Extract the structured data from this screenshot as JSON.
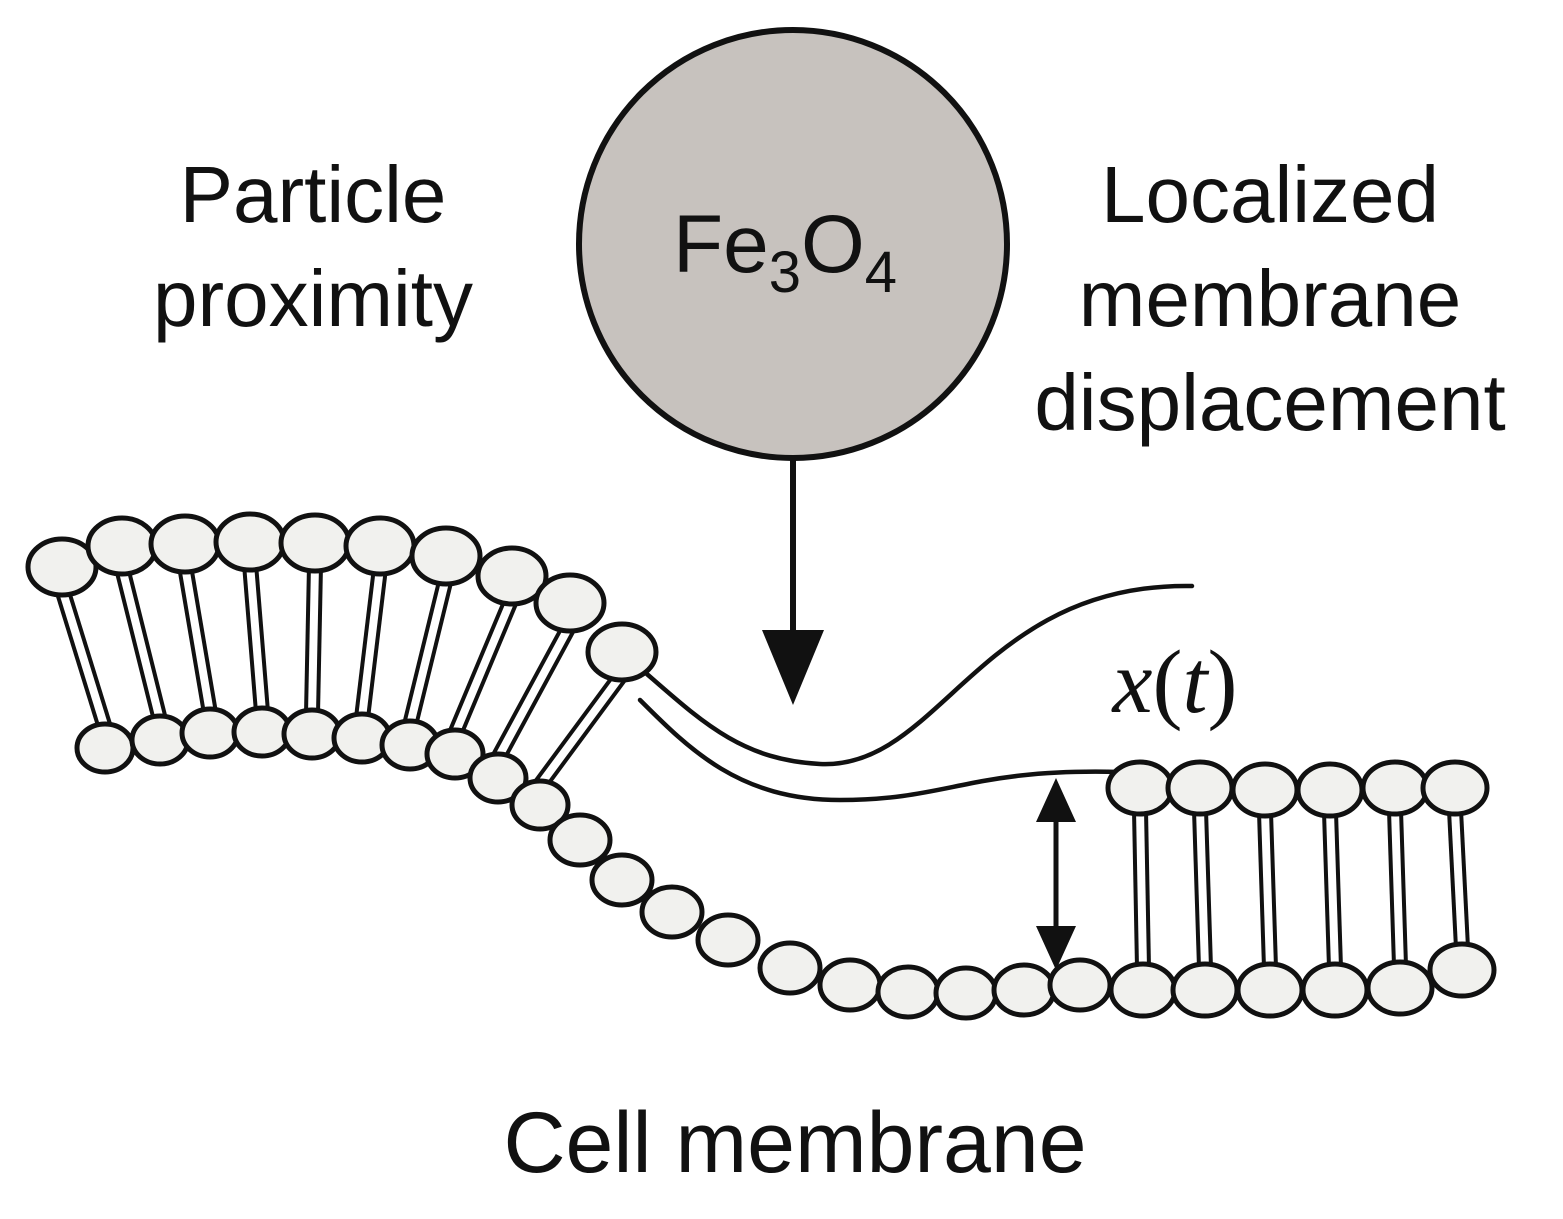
{
  "labels": {
    "left_line1": "Particle",
    "left_line2": "proximity",
    "right_line1": "Localized",
    "right_line2": "membrane",
    "right_line3": "displacement",
    "bottom": "Cell membrane"
  },
  "particle": {
    "formula_element1": "Fe",
    "formula_sub1": "3",
    "formula_element2": "O",
    "formula_sub2": "4",
    "fill_color": "#c7c2be"
  },
  "displacement_symbol": {
    "var": "x",
    "open": "(",
    "arg": "t",
    "close": ")"
  },
  "colors": {
    "ink": "#111111",
    "lipid_head": "#f1f1ee",
    "background": "#ffffff"
  }
}
